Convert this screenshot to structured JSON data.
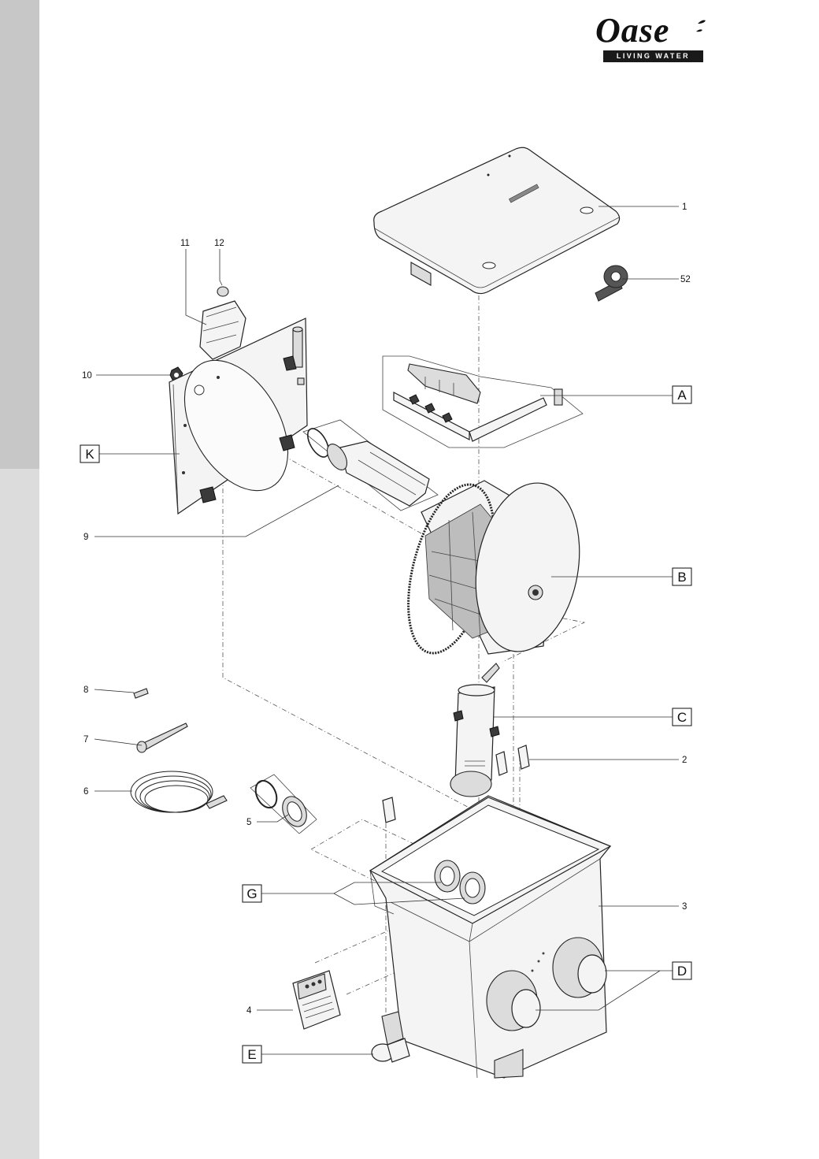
{
  "logo": {
    "wordmark": "Oase",
    "tagline": "LIVING WATER"
  },
  "callouts": {
    "c1": "1",
    "c52": "52",
    "c11": "11",
    "c12": "12",
    "c10": "10",
    "cA": "A",
    "cK": "K",
    "c9": "9",
    "cB": "B",
    "c8": "8",
    "cC": "C",
    "c7": "7",
    "c2": "2",
    "c6": "6",
    "c5": "5",
    "cG": "G",
    "c3": "3",
    "cD": "D",
    "c4": "4",
    "cE": "E"
  }
}
